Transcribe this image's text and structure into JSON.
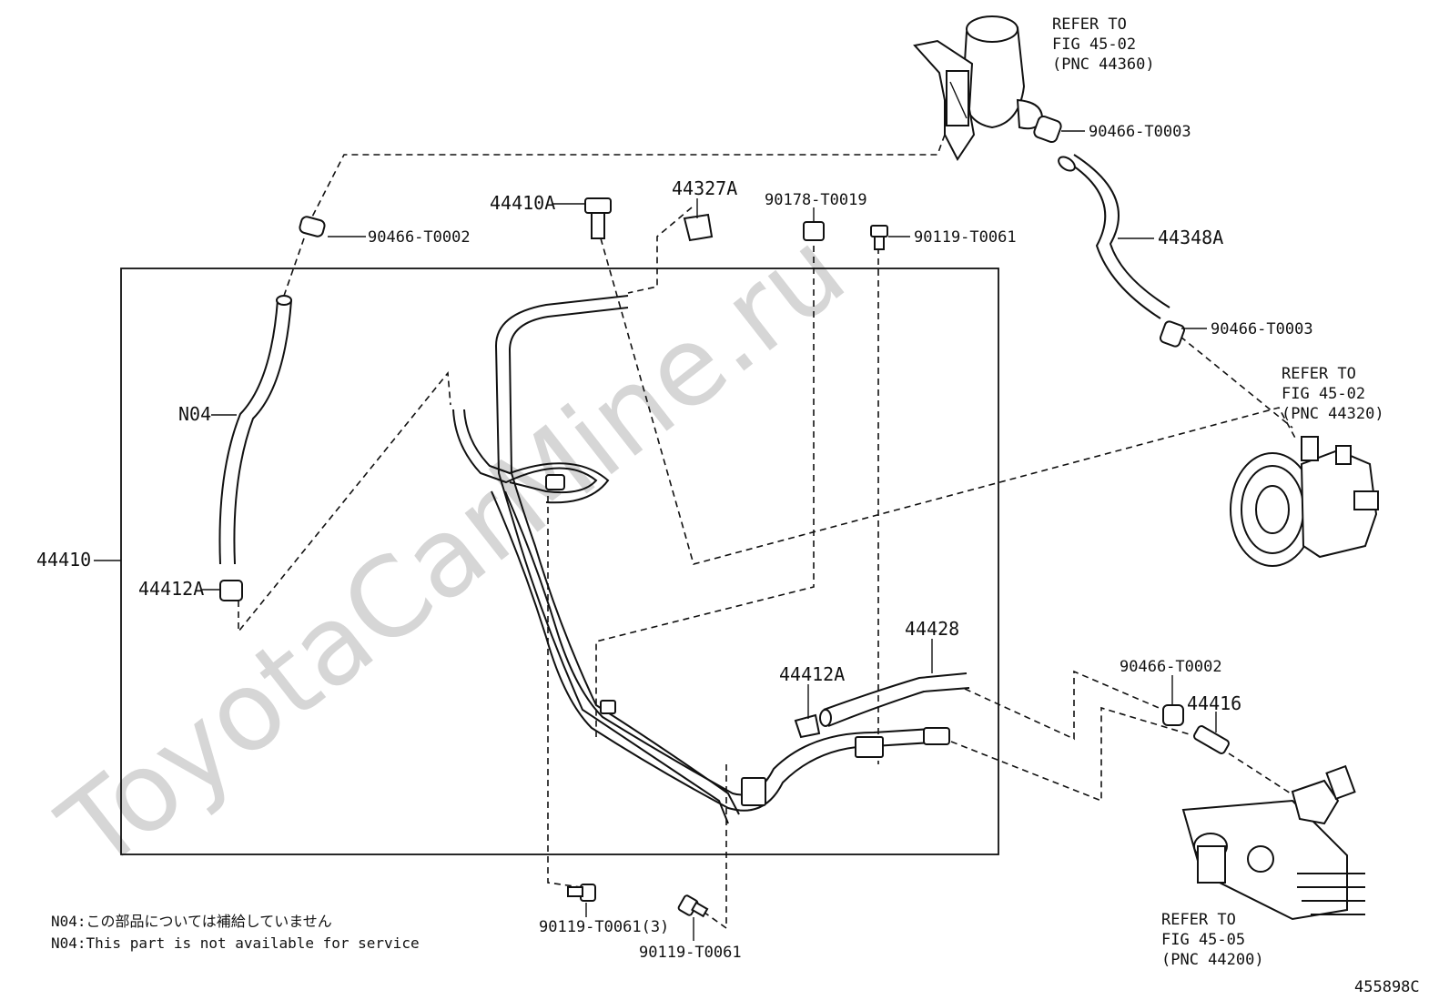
{
  "watermark": "ToyotaCarMine.ru",
  "figure_id": "455898C",
  "callouts": {
    "c_90466_T0002_top": "90466-T0002",
    "c_44410A": "44410A",
    "c_44327A": "44327A",
    "c_90178_T0019": "90178-T0019",
    "c_90119_T0061_top": "90119-T0061",
    "c_90466_T0003_top": "90466-T0003",
    "c_44348A": "44348A",
    "c_90466_T0003_mid": "90466-T0003",
    "c_N04": "N04",
    "c_44410": "44410",
    "c_44412A_left": "44412A",
    "c_44428": "44428",
    "c_44412A_mid": "44412A",
    "c_90466_T0002_right": "90466-T0002",
    "c_44416": "44416",
    "c_90119_T0061_3": "90119-T0061(3)",
    "c_90119_T0061_bottom": "90119-T0061"
  },
  "references": {
    "reservoir": [
      "REFER TO",
      "FIG 45-02",
      "(PNC 44360)"
    ],
    "pump": [
      "REFER TO",
      "FIG 45-02",
      "(PNC 44320)"
    ],
    "gear": [
      "REFER TO",
      "FIG 45-05",
      "(PNC 44200)"
    ]
  },
  "notes": {
    "jp": "N04:この部品については補給していません",
    "en": "N04:This part is not available for service"
  }
}
